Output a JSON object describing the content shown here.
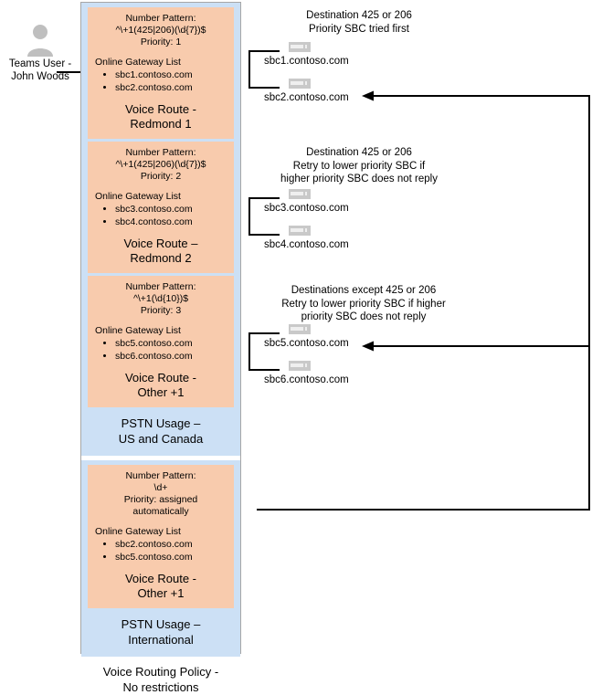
{
  "user": {
    "icon": "person-avatar-icon",
    "label_line1": "Teams User -",
    "label_line2": "John Woods"
  },
  "policy": {
    "name_line1": "Voice Routing Policy -",
    "name_line2": "No restrictions",
    "pstn_usages": [
      {
        "line1": "PSTN Usage –",
        "line2": "US and Canada"
      },
      {
        "line1": "PSTN Usage –",
        "line2": "International"
      }
    ],
    "routes": [
      {
        "pattern_label": "Number Pattern:",
        "pattern": "^\\+1(425|206)(\\d{7})$",
        "priority": "Priority: 1",
        "gateway_title": "Online Gateway List",
        "gateways": [
          "sbc1.contoso.com",
          "sbc2.contoso.com"
        ],
        "name_line1": "Voice Route -",
        "name_line2": "Redmond 1"
      },
      {
        "pattern_label": "Number Pattern:",
        "pattern": "^\\+1(425|206)(\\d{7})$",
        "priority": "Priority: 2",
        "gateway_title": "Online Gateway List",
        "gateways": [
          "sbc3.contoso.com",
          "sbc4.contoso.com"
        ],
        "name_line1": "Voice Route –",
        "name_line2": "Redmond 2"
      },
      {
        "pattern_label": "Number Pattern:",
        "pattern": "^\\+1(\\d{10})$",
        "priority": "Priority: 3",
        "gateway_title": "Online Gateway List",
        "gateways": [
          "sbc5.contoso.com",
          "sbc6.contoso.com"
        ],
        "name_line1": "Voice Route -",
        "name_line2": "Other +1"
      },
      {
        "pattern_label": "Number Pattern:",
        "pattern": "\\d+",
        "priority_line1": "Priority: assigned",
        "priority_line2": "automatically",
        "gateway_title": "Online Gateway List",
        "gateways": [
          "sbc2.contoso.com",
          "sbc5.contoso.com"
        ],
        "name_line1": "Voice Route -",
        "name_line2": "Other +1"
      }
    ]
  },
  "annotations": [
    {
      "lines": [
        "Destination 425 or 206",
        "Priority SBC tried first"
      ],
      "sbcs": [
        "sbc1.contoso.com",
        "sbc2.contoso.com"
      ]
    },
    {
      "lines": [
        "Destination 425 or 206",
        "Retry to lower priority SBC if",
        "higher priority SBC does not reply"
      ],
      "sbcs": [
        "sbc3.contoso.com",
        "sbc4.contoso.com"
      ]
    },
    {
      "lines": [
        "Destinations except 425 or 206",
        "Retry to lower priority SBC if higher",
        "priority SBC does not reply"
      ],
      "sbcs": [
        "sbc5.contoso.com",
        "sbc6.contoso.com"
      ]
    }
  ],
  "colors": {
    "route_box": "#f8cbad",
    "usage_band": "#cce0f5",
    "container_border": "#a6a6a6",
    "connector": "#000000",
    "sbc_icon": "#c0c0c0",
    "avatar": "#bfbfbf"
  }
}
